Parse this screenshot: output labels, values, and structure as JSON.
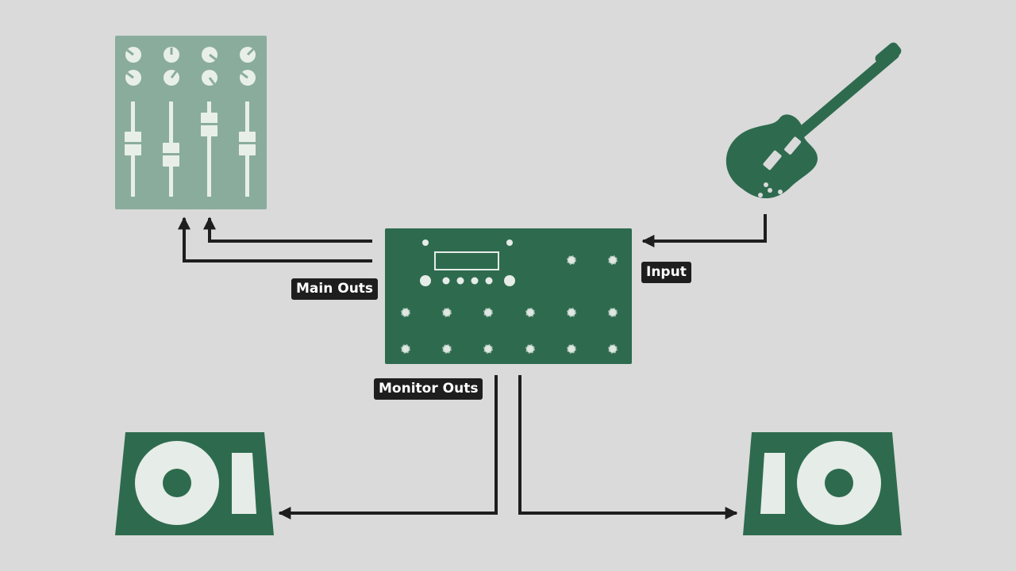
{
  "labels": {
    "main_outs": "Main Outs",
    "input": "Input",
    "monitor_outs": "Monitor Outs"
  },
  "colors": {
    "background": "#dadada",
    "device_green": "#2e6b4e",
    "mixer_green": "#8aac9c",
    "cable": "#1e1e1e",
    "label_bg": "#1e1e1e",
    "label_text": "#ffffff"
  },
  "icons": [
    "mixer-icon",
    "guitar-icon",
    "floor-processor-icon",
    "monitor-speaker-icon"
  ]
}
